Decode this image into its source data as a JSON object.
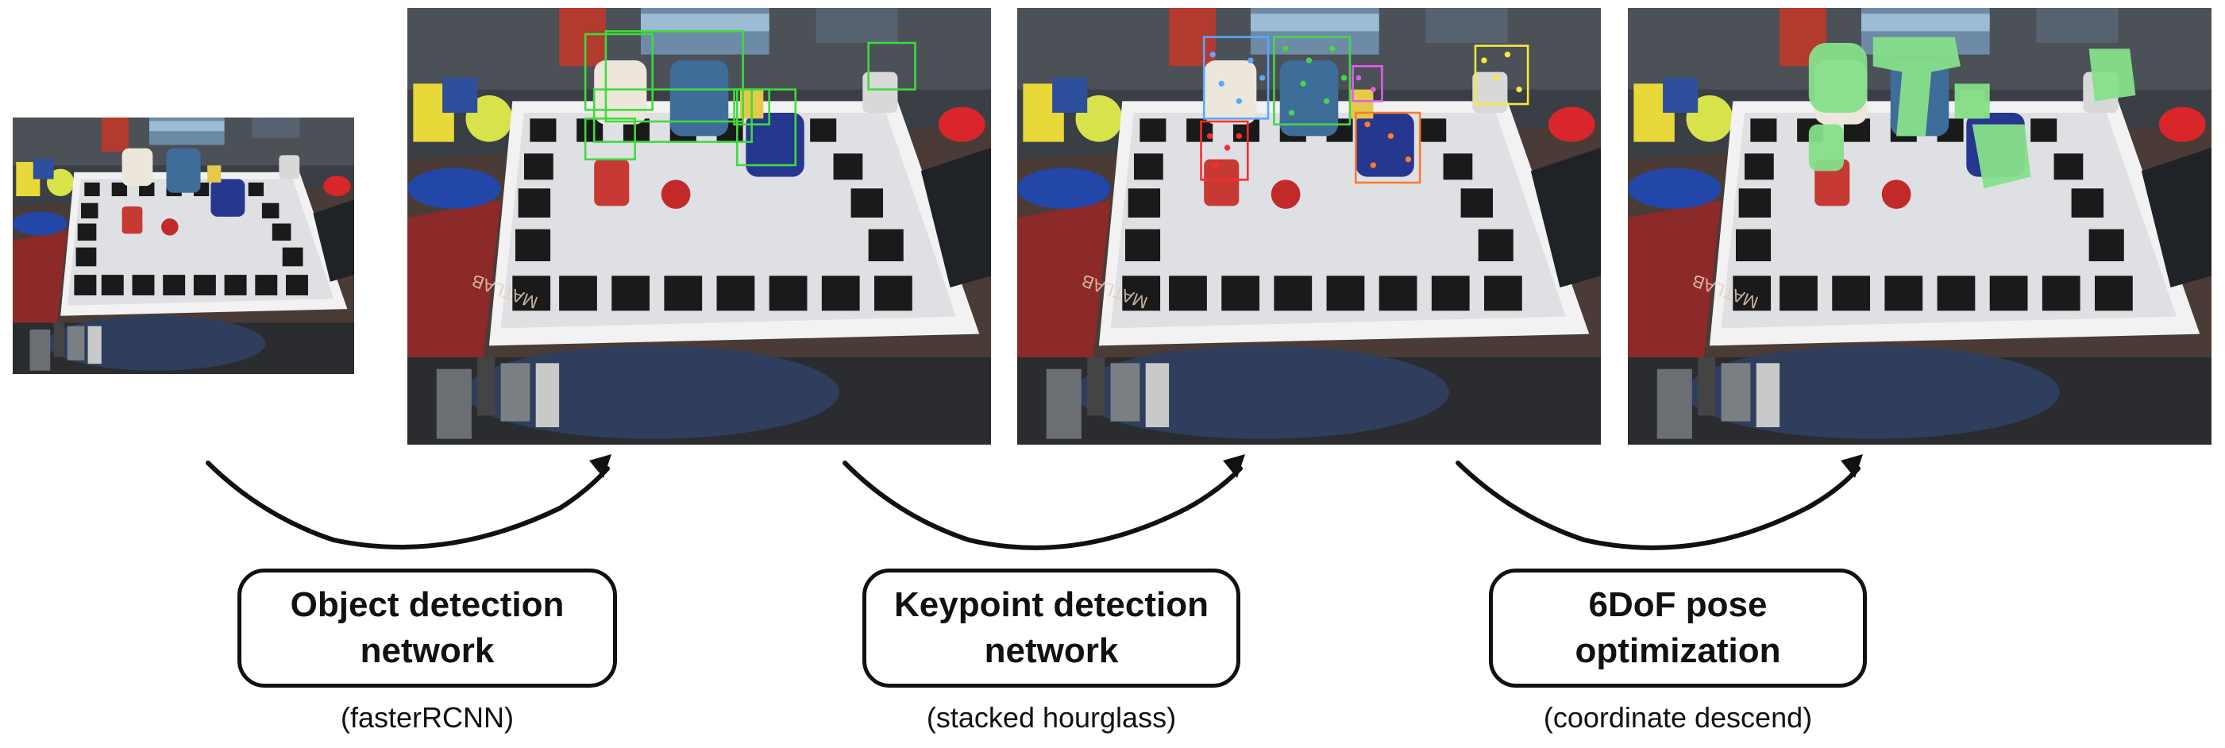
{
  "stages": [
    {
      "title_line1": "Object detection",
      "title_line2": "network",
      "subtitle": "(fasterRCNN)"
    },
    {
      "title_line1": "Keypoint detection",
      "title_line2": "network",
      "subtitle": "(stacked hourglass)"
    },
    {
      "title_line1": "6DoF pose",
      "title_line2": "optimization",
      "subtitle": "(coordinate descend)"
    }
  ],
  "photo_board_text": "MATLAB",
  "colors": {
    "detection_box": "#3ddc3d",
    "keypoint_blue": "#5aa7ff",
    "keypoint_green": "#45d64a",
    "keypoint_magenta": "#e25cf0",
    "keypoint_yellow": "#f7ea3a",
    "keypoint_red": "#ff2a2a",
    "keypoint_orange": "#ff7a2a",
    "pose_render": "#86e08a",
    "arrow": "#111111"
  }
}
